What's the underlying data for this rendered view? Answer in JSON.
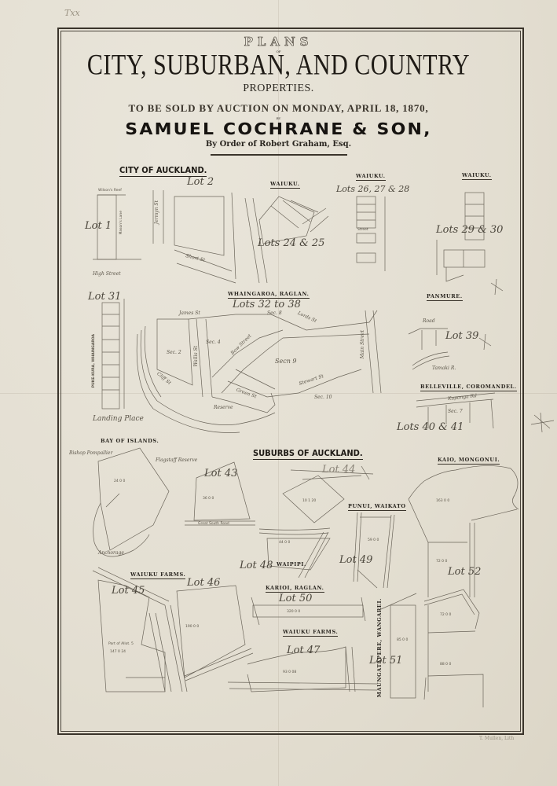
{
  "document": {
    "archive_mark": "Txx",
    "header": {
      "plans": "PLANS",
      "of": "OF",
      "title": "CITY, SUBURBAN, AND COUNTRY",
      "properties": "PROPERTIES.",
      "auction": "TO BE SOLD BY AUCTION ON MONDAY, APRIL 18, 1870,",
      "by": "BY",
      "auctioneer": "SAMUEL COCHRANE & SON,",
      "order": "By Order of Robert Graham, Esq."
    },
    "printer_mark": "T. Mullen, Lith"
  },
  "sections": {
    "city_of_auckland": {
      "title": "CITY OF AUCKLAND.",
      "lots": [
        "Lot 1",
        "Lot 2"
      ],
      "streets": [
        "High Street",
        "Jermyn St",
        "Short St",
        "Wilson's Reef",
        "Mason's Lane"
      ]
    },
    "waiuku_1": {
      "title": "WAIUKU.",
      "lots": "Lots 24 & 25"
    },
    "waiuku_2": {
      "title": "WAIUKU.",
      "lots": "Lots 26, 27 & 28",
      "streets": [
        "Street"
      ]
    },
    "waiuku_3": {
      "title": "WAIUKU.",
      "lots": "Lots 29 & 30"
    },
    "whaingaroa": {
      "title": "WHAINGAROA, RAGLAN.",
      "lots": "Lots 32 to 38",
      "lot31": "Lot 31",
      "labels": [
        "James St",
        "Bow Street",
        "Wallis St",
        "Sec. 2",
        "Sec. 4",
        "Sec. 8",
        "Secn 9",
        "Sec. 10",
        "Stewart St",
        "Main Street",
        "Cliff St",
        "Green St",
        "Reserve",
        "Landing Place",
        "Lords St"
      ],
      "side_label": "PUKE-KURA, WHAINGAROA"
    },
    "panmure": {
      "title": "PANMURE.",
      "lot": "Lot 39",
      "labels": [
        "Road",
        "Tamaki R."
      ]
    },
    "belleville": {
      "title": "BELLEVILLE, COROMANDEL.",
      "lots": "Lots 40 & 41",
      "labels": [
        "Kapanga Rd",
        "Sec. 7"
      ]
    },
    "bay_of_islands": {
      "title": "BAY OF ISLANDS.",
      "labels": [
        "Bishop Pompallier",
        "Flagstaff Reserve",
        "Anchorage"
      ],
      "area": "24  0  0"
    },
    "suburbs_of_auckland": {
      "title": "SUBURBS OF AUCKLAND.",
      "lots": [
        "Lot 43",
        "Lot 44"
      ],
      "area_43": "36  0  0",
      "road_43": "Great South Road",
      "area_44": "10  1  20"
    },
    "kaio_mongonui": {
      "title": "KAIO, MONGONUI.",
      "area": "163  0  0",
      "lot": "Lot 52",
      "area_b": "72  0  0"
    },
    "punui_waikato": {
      "title": "PUNUI, WAIKATO",
      "lot": "Lot 49",
      "area": "59  0  0"
    },
    "waipipi": {
      "title": "WAIPIPI.",
      "lot": "Lot 48",
      "area": "44  0  0"
    },
    "waiuku_farms_1": {
      "title": "WAIUKU FARMS.",
      "lots": [
        "Lot 45",
        "Lot 46"
      ],
      "area_45": "147  0  24",
      "area_46": "190  0  0",
      "note": "Part of Allot. 5"
    },
    "kariori": {
      "title": "KARIOI, RAGLAN.",
      "lot": "Lot 50",
      "area": "320  0  0"
    },
    "waiuku_farms_2": {
      "title": "WAIUKU FARMS.",
      "lot": "Lot 47",
      "area": "93  0  08"
    },
    "maungatapere": {
      "title": "MAUNGATAPERE, WANGAREI.",
      "lot": "Lot 51",
      "area": "85  0  0",
      "area_b": "72  0  0",
      "area_c": "88  0  0"
    }
  }
}
